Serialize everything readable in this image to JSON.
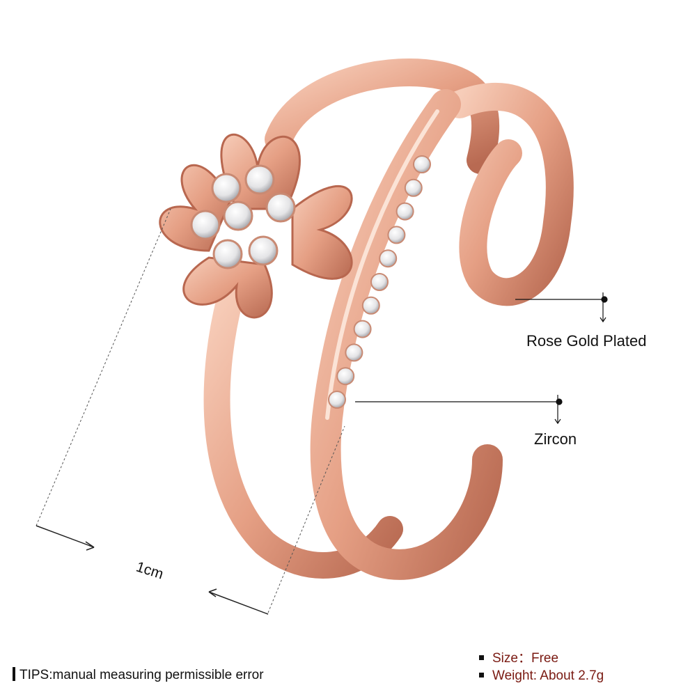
{
  "callouts": {
    "rose_gold": "Rose Gold Plated",
    "zircon": "Zircon",
    "dimension": "1cm"
  },
  "footer": {
    "tips": "TIPS:manual measuring permissible error",
    "size": "Size：Free",
    "weight": "Weight: About 2.7g"
  },
  "colors": {
    "metal": "#e8a58c",
    "metal_dark": "#c4765e",
    "spec_text": "#7a1a12"
  }
}
